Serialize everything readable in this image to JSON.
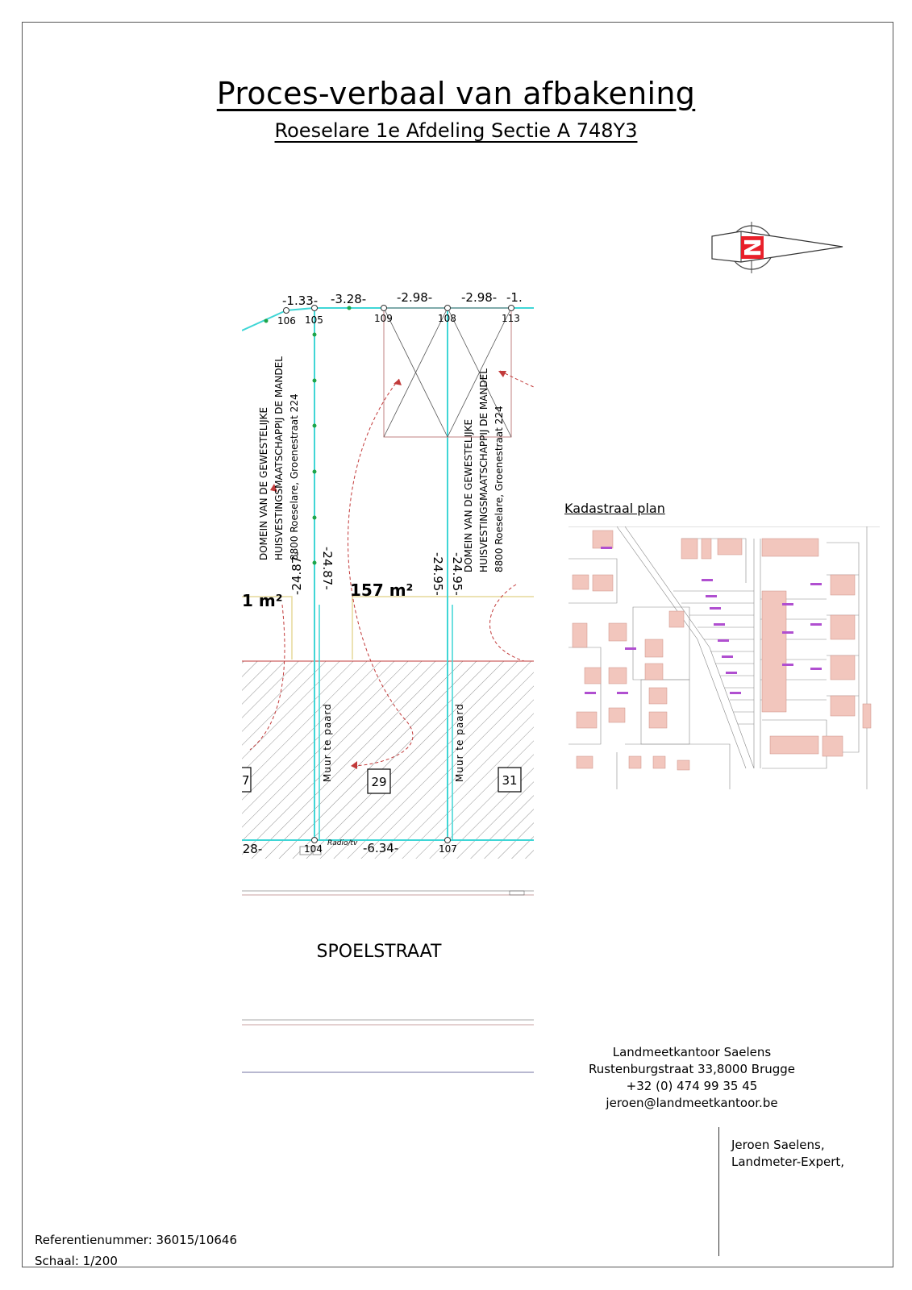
{
  "header": {
    "title": "Proces-verbaal van afbakening",
    "subtitle": "Roeselare 1e Afdeling Sectie A 748Y3"
  },
  "plan": {
    "top_measures": [
      "-1.33-",
      "-3.28-",
      "-2.98-",
      "-2.98-",
      "-1."
    ],
    "point_ids": [
      "106",
      "105",
      "109",
      "108",
      "113",
      "104",
      "107"
    ],
    "side_measures": [
      "-24.87-",
      "-24.87-",
      "-24.95-",
      "-24.95-"
    ],
    "bottom_measures": [
      ".28-",
      "-6.34-"
    ],
    "area_main": "157 m²",
    "area_left": "1 m²",
    "owner_block": [
      "DOMEIN VAN DE GEWESTELIJKE",
      "HUISVESTINGSMAATSCHAPPIJ DE MANDEL",
      "8800 Roeselare, Groenestraat 224"
    ],
    "wall_label": "Muur te paard",
    "house_numbers": [
      "7",
      "29",
      "31"
    ],
    "street": "SPOELSTRAAT",
    "small_label": "Radio/tv"
  },
  "kadaster": {
    "label": "Kadastraal plan"
  },
  "office": {
    "lines": [
      "Landmeetkantoor Saelens",
      "Rustenburgstraat 33,8000 Brugge",
      "+32 (0) 474 99 35 45",
      "jeroen@landmeetkantoor.be"
    ]
  },
  "signature": {
    "lines": [
      "Jeroen Saelens,",
      "Landmeter-Expert,"
    ]
  },
  "reference": {
    "ref": "Referentienummer: 36015/10646",
    "scale": "Schaal: 1/200"
  },
  "compass": {
    "letter": "N",
    "color": "#e8202a"
  },
  "colors": {
    "cyan": "#3fd6d6",
    "red": "#c23a3a",
    "green": "#1fa54a"
  }
}
